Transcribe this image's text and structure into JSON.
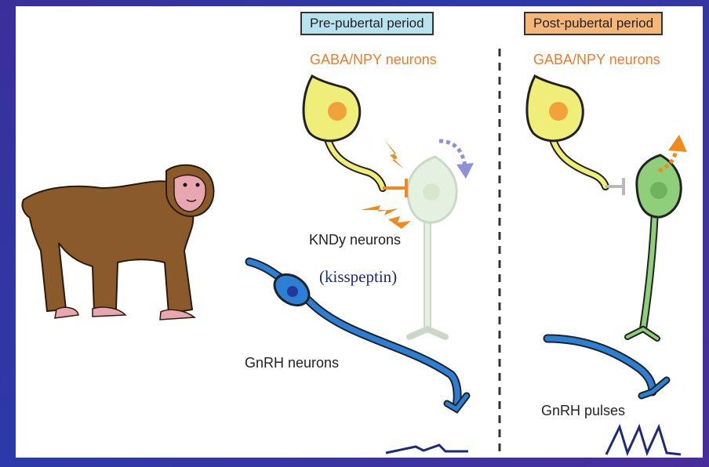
{
  "labels": {
    "pre_period": "Pre-pubertal period",
    "post_period": "Post-pubertal period",
    "gaba_pre": "GABA/NPY neurons",
    "gaba_post": "GABA/NPY neurons",
    "kndy": "KNDy neurons",
    "kisspeptin": "(kisspeptin)",
    "gnrh_neurons": "GnRH neurons",
    "gnrh_pulses": "GnRH pulses"
  },
  "colors": {
    "gaba_cell": "#eeee78",
    "kndy_dim": "#e3f0df",
    "kndy_active": "#8fcf79",
    "gnrh_axon": "#2b7fd6",
    "pulse_line": "#1d2a7c",
    "inhibit_orange": "#f08a1e",
    "inhibit_gray": "#b9b9b9",
    "release_blue": "#8b93d6"
  }
}
